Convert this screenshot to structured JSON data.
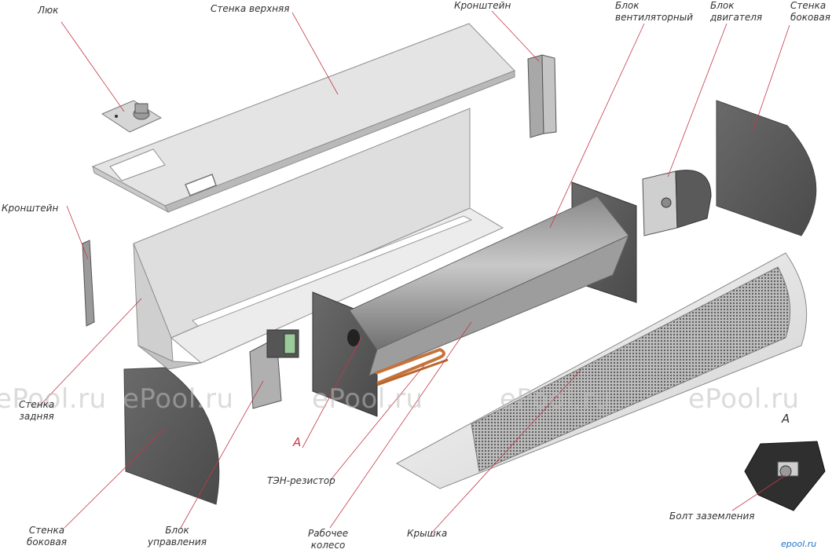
{
  "labels": {
    "hatch": "Люк",
    "top_wall": "Стенка верхняя",
    "bracket_top": "Кронштейн",
    "fan_block_1": "Блок",
    "fan_block_2": "вентиляторный",
    "motor_block_1": "Блок",
    "motor_block_2": "двигателя",
    "side_wall_right_1": "Стенка",
    "side_wall_right_2": "боковая",
    "bracket_left": "Кронштейн",
    "back_wall_1": "Стенка",
    "back_wall_2": "задняя",
    "detail_a_marker": "А",
    "heater": "ТЭН-резистор",
    "side_wall_left_1": "Стенка",
    "side_wall_left_2": "боковая",
    "control_block_1": "Блок",
    "control_block_2": "управления",
    "impeller_1": "Рабочее",
    "impeller_2": "колесо",
    "cover": "Крышка",
    "detail_a_title": "А",
    "ground_bolt": "Болт заземления"
  },
  "watermarks": [
    "ePool.ru",
    "ePool.ru",
    "ePool.ru",
    "ePool.ru",
    "ePool.ru"
  ],
  "brand": "epool.ru",
  "colors": {
    "label_text": "#333333",
    "leader_line": "#c23a4a",
    "detail_marker": "#c23a4a",
    "brand": "#1e73c8",
    "sheet_metal": "#dcdcdc",
    "dark_panel": "#5e5e5e",
    "heater_copper": "#c5733a"
  }
}
